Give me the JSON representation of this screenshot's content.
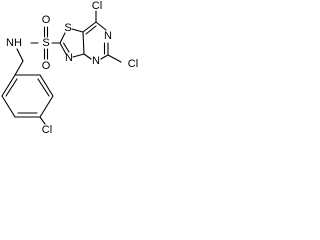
{
  "labels": {
    "nh": "NH",
    "s_sulfonyl": "S",
    "o_upper": "O",
    "o_lower": "O",
    "s_ring": "S",
    "cl_top": "Cl",
    "cl_right": "Cl",
    "cl_bottom": "Cl",
    "n_ring_1": "N",
    "n_ring_2": "N",
    "n_ring_3": "N"
  }
}
